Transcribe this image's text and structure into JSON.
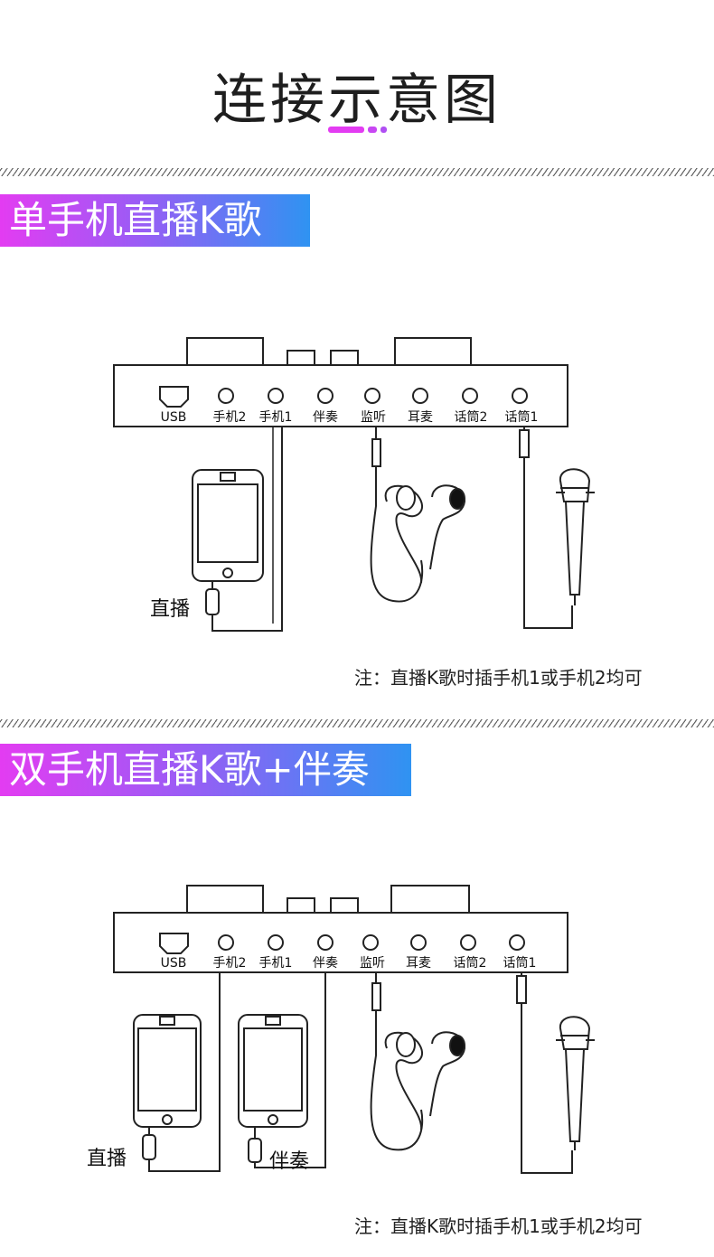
{
  "title": "连接示意图",
  "colors": {
    "accent_pink": "#e33cf2",
    "accent_blue": "#2f93f2",
    "line": "#222222"
  },
  "section1": {
    "banner": "单手机直播K歌",
    "ports": [
      "USB",
      "手机2",
      "手机1",
      "伴奏",
      "监听",
      "耳麦",
      "话筒2",
      "话筒1"
    ],
    "phone_label": "直播",
    "note": "注：直播K歌时插手机1或手机2均可"
  },
  "section2": {
    "banner": "双手机直播K歌+伴奏",
    "ports": [
      "USB",
      "手机2",
      "手机1",
      "伴奏",
      "监听",
      "耳麦",
      "话筒2",
      "话筒1"
    ],
    "phone1_label": "直播",
    "phone2_label": "伴奏",
    "note": "注：直播K歌时插手机1或手机2均可"
  }
}
